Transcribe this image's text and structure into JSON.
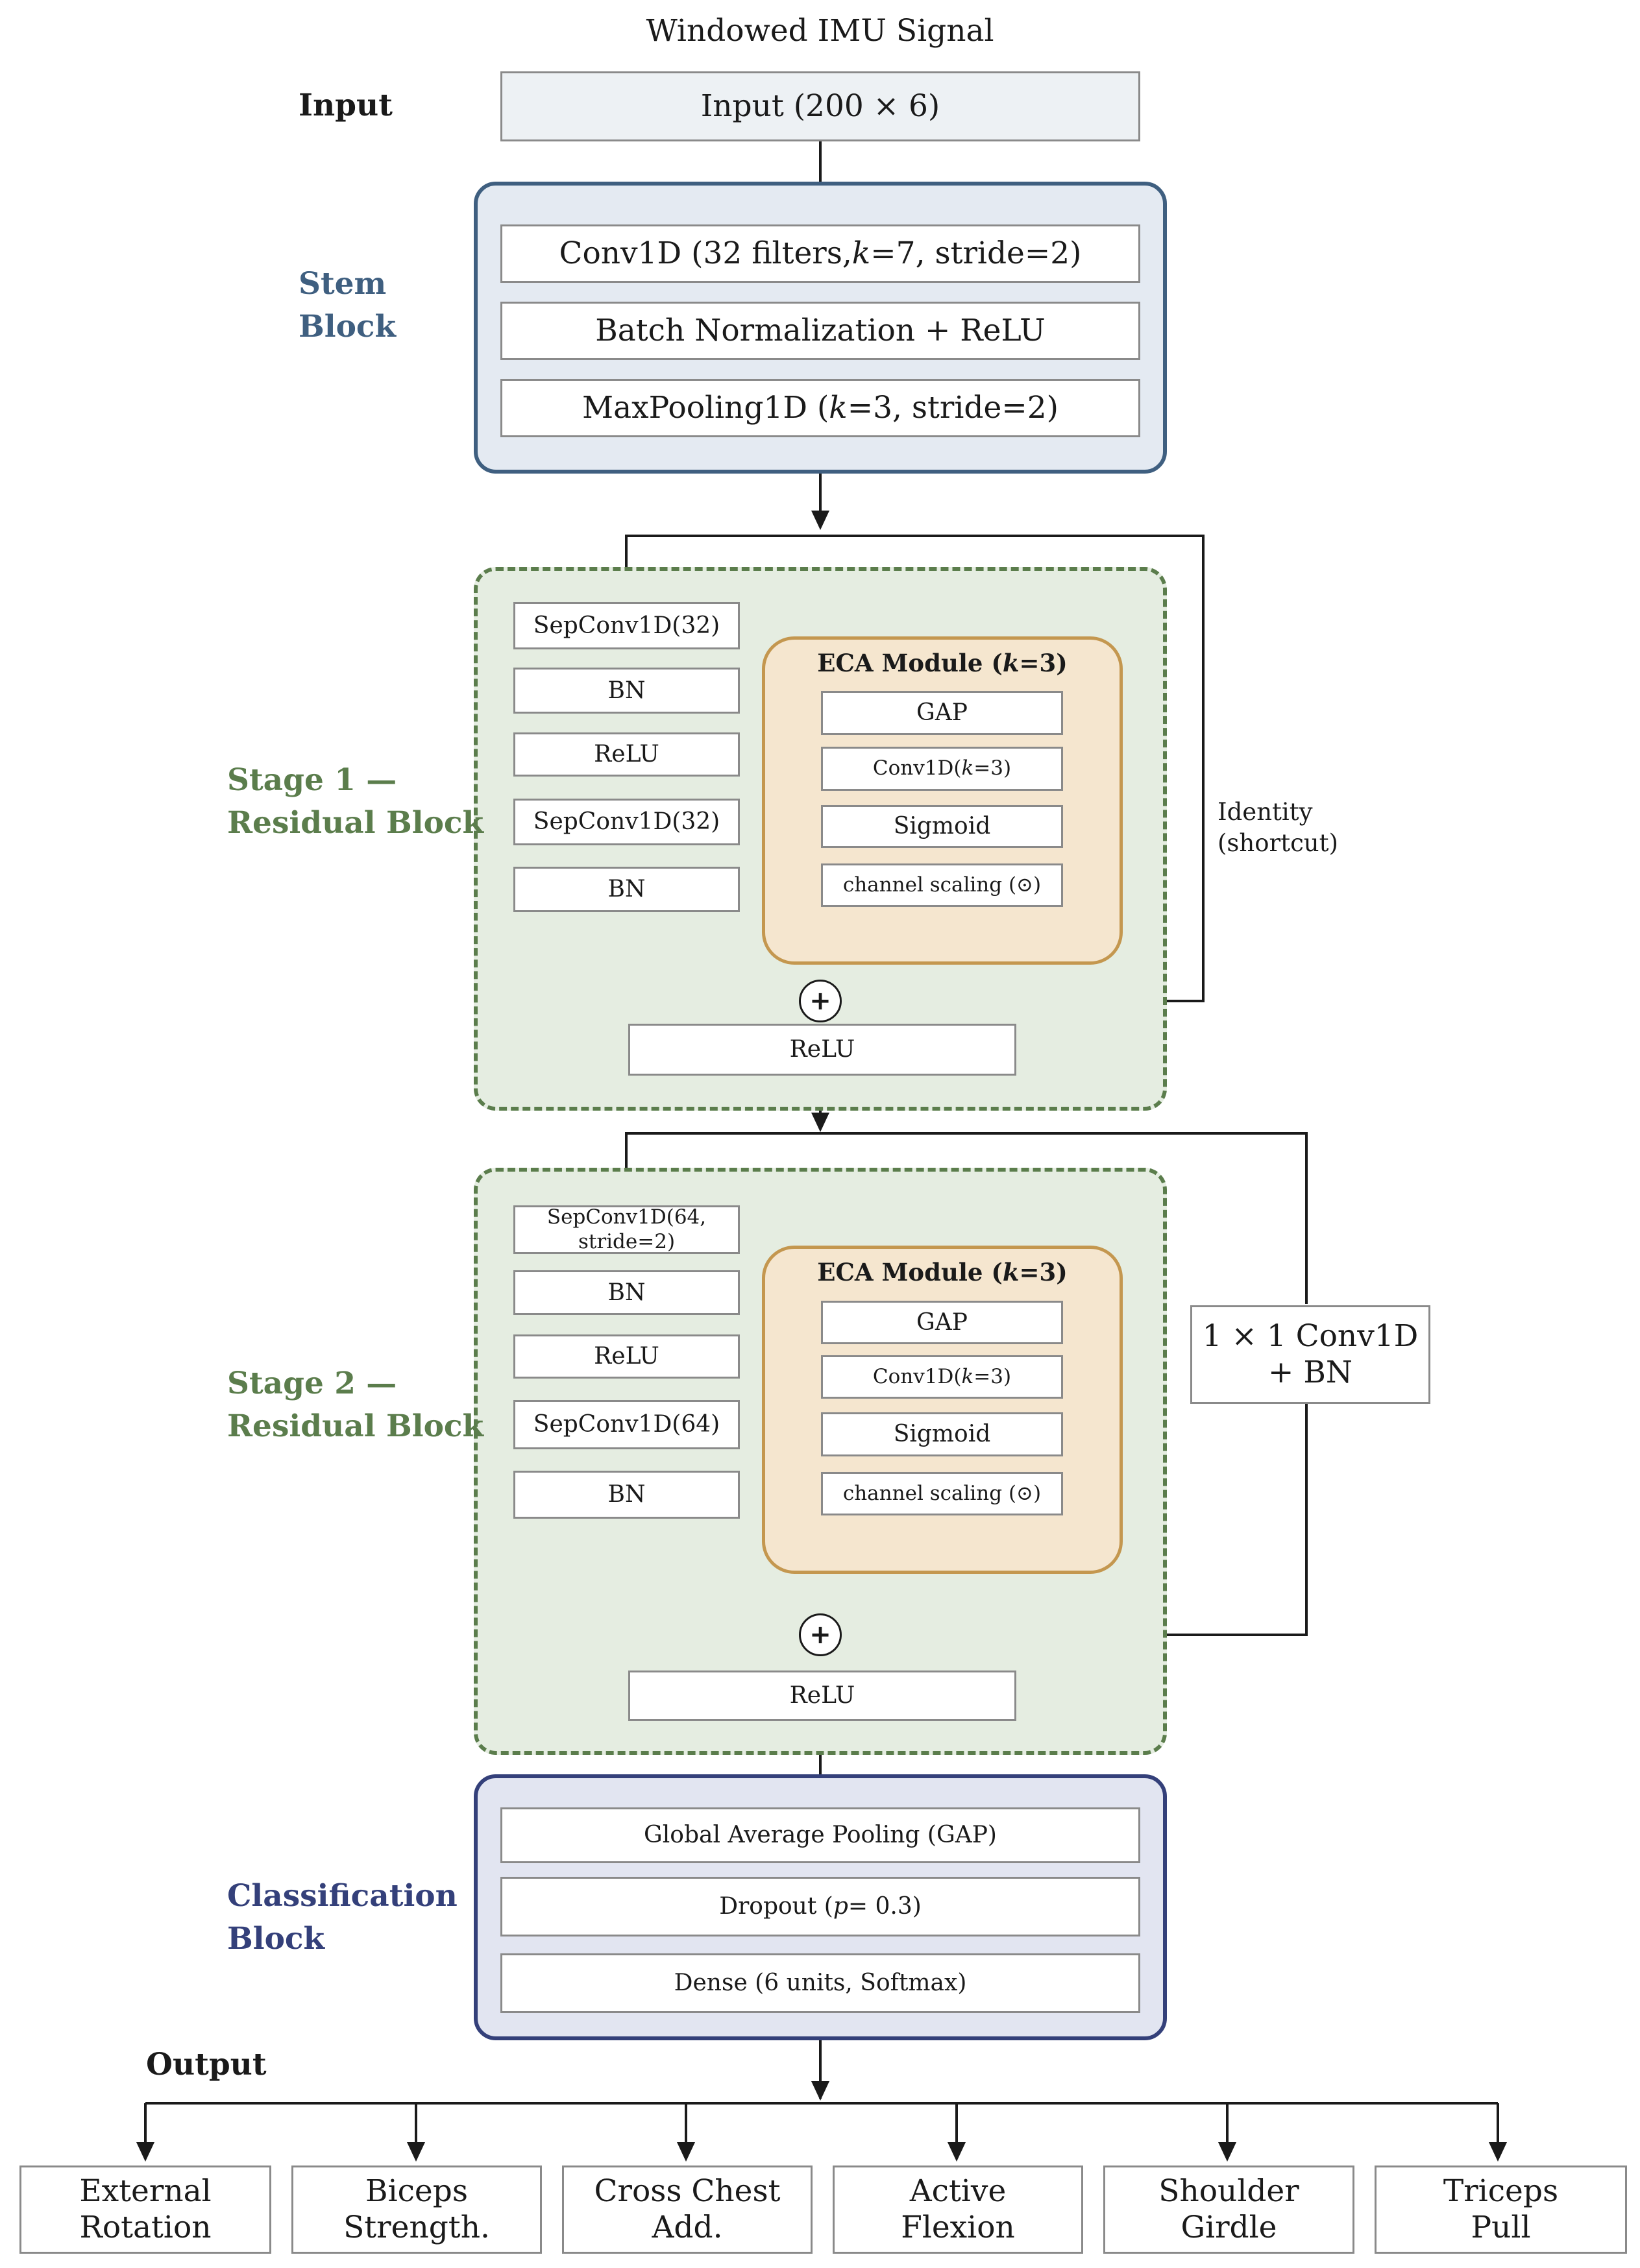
{
  "top_caption": "Windowed IMU Signal",
  "input": {
    "label": "Input",
    "box": "Input (200 × 6)"
  },
  "stem": {
    "label_line1": "Stem",
    "label_line2": "Block",
    "conv": "Conv1D (32 filters, k=7, stride=2)",
    "bn_relu": "Batch Normalization + ReLU",
    "maxpool": "MaxPooling1D (k=3, stride=2)"
  },
  "stage1": {
    "label_line1": "Stage 1 —",
    "label_line2": "Residual Block",
    "layers": [
      "SepConv1D(32)",
      "BN",
      "ReLU",
      "SepConv1D(32)",
      "BN"
    ],
    "eca_title": "ECA Module (k=3)",
    "eca_layers": [
      "GAP",
      "Conv1D(k=3)",
      "Sigmoid",
      "channel scaling (⊙)"
    ],
    "relu": "ReLU",
    "shortcut_line1": "Identity",
    "shortcut_line2": "(shortcut)"
  },
  "stage2": {
    "label_line1": "Stage 2 —",
    "label_line2": "Residual Block",
    "layers": [
      "SepConv1D(64, stride=2)",
      "BN",
      "ReLU",
      "SepConv1D(64)",
      "BN"
    ],
    "eca_title": "ECA Module (k=3)",
    "eca_layers": [
      "GAP",
      "Conv1D(k=3)",
      "Sigmoid",
      "channel scaling (⊙)"
    ],
    "relu": "ReLU",
    "projection_line1": "1 × 1 Conv1D",
    "projection_line2": "+ BN"
  },
  "classification": {
    "label_line1": "Classification",
    "label_line2": "Block",
    "gap": "Global Average Pooling (GAP)",
    "dropout": "Dropout (p = 0.3)",
    "dense": "Dense (6 units, Softmax)"
  },
  "output": {
    "label": "Output",
    "classes": [
      {
        "line1": "External",
        "line2": "Rotation"
      },
      {
        "line1": "Biceps",
        "line2": "Strength."
      },
      {
        "line1": "Cross Chest",
        "line2": "Add."
      },
      {
        "line1": "Active",
        "line2": "Flexion"
      },
      {
        "line1": "Shoulder",
        "line2": "Girdle"
      },
      {
        "line1": "Triceps",
        "line2": "Pull"
      }
    ]
  },
  "plus_symbol": "+",
  "colors": {
    "stem_border": "#3f5f80",
    "stem_fill": "#e4eaf2",
    "stem_label": "#3f5f80",
    "stage_border": "#5b7d4c",
    "stage_fill": "#e5ede1",
    "stage_label": "#5b7d4c",
    "eca_border": "#c4974f",
    "eca_fill": "#f5e6cf",
    "class_border": "#34407a",
    "class_fill": "#e2e5f1",
    "class_label": "#34407a",
    "input_fill": "#edf1f4"
  }
}
